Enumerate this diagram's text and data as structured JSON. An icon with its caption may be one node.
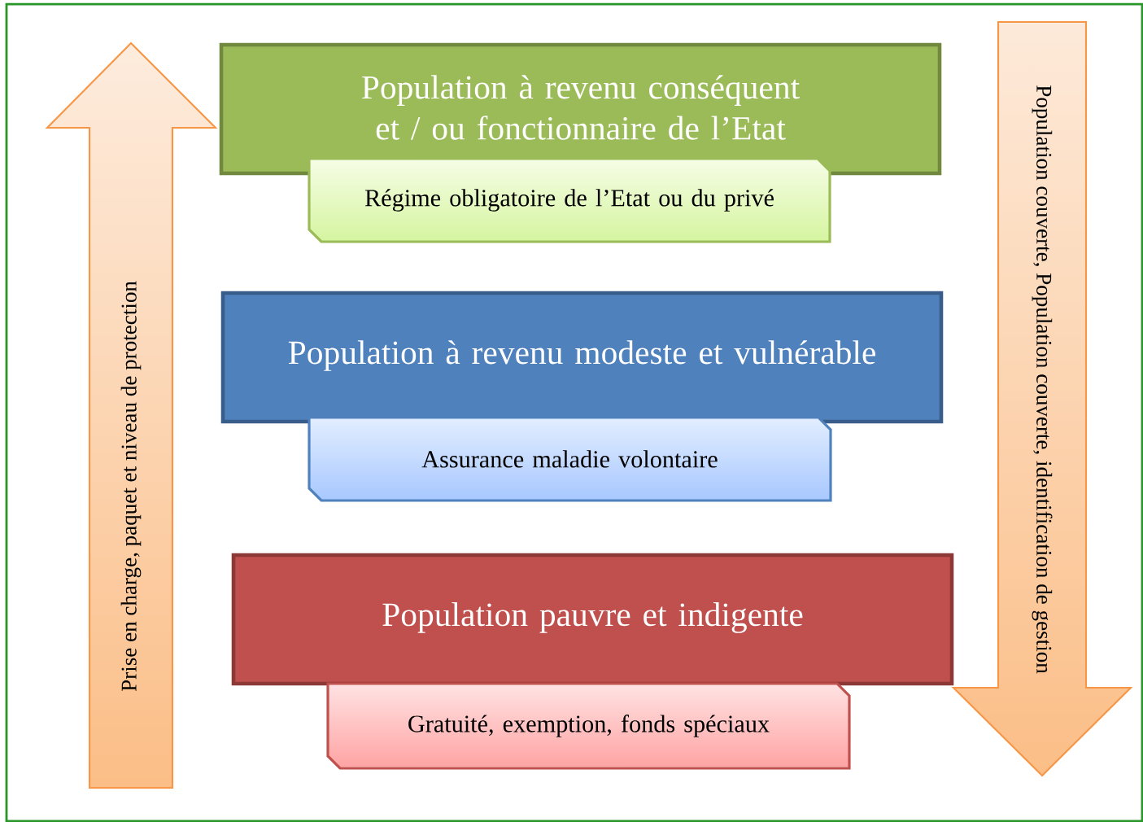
{
  "diagram": {
    "nodes": [
      {
        "text": [
          "Prise en charge, paquet et niveau de protection"
        ]
      },
      {
        "text": [
          "Population à revenu conséquent et / ou fonctionnaire de l’Etat"
        ]
      },
      {
        "text": [
          "Régime obligatoire de l’Etat ou du privé"
        ]
      },
      {
        "text": [
          "Population à revenu modeste et vulnérable"
        ]
      },
      {
        "text": [
          "Assurance maladie volontaire"
        ]
      },
      {
        "text": [
          "Population pauvre et indigente"
        ]
      },
      {
        "text": [
          "Gratuité, exemption, fonds spéciaux"
        ]
      },
      {
        "text": [
          "Population couverte, Population couverte, identification de gestion"
        ]
      }
    ]
  }
}
